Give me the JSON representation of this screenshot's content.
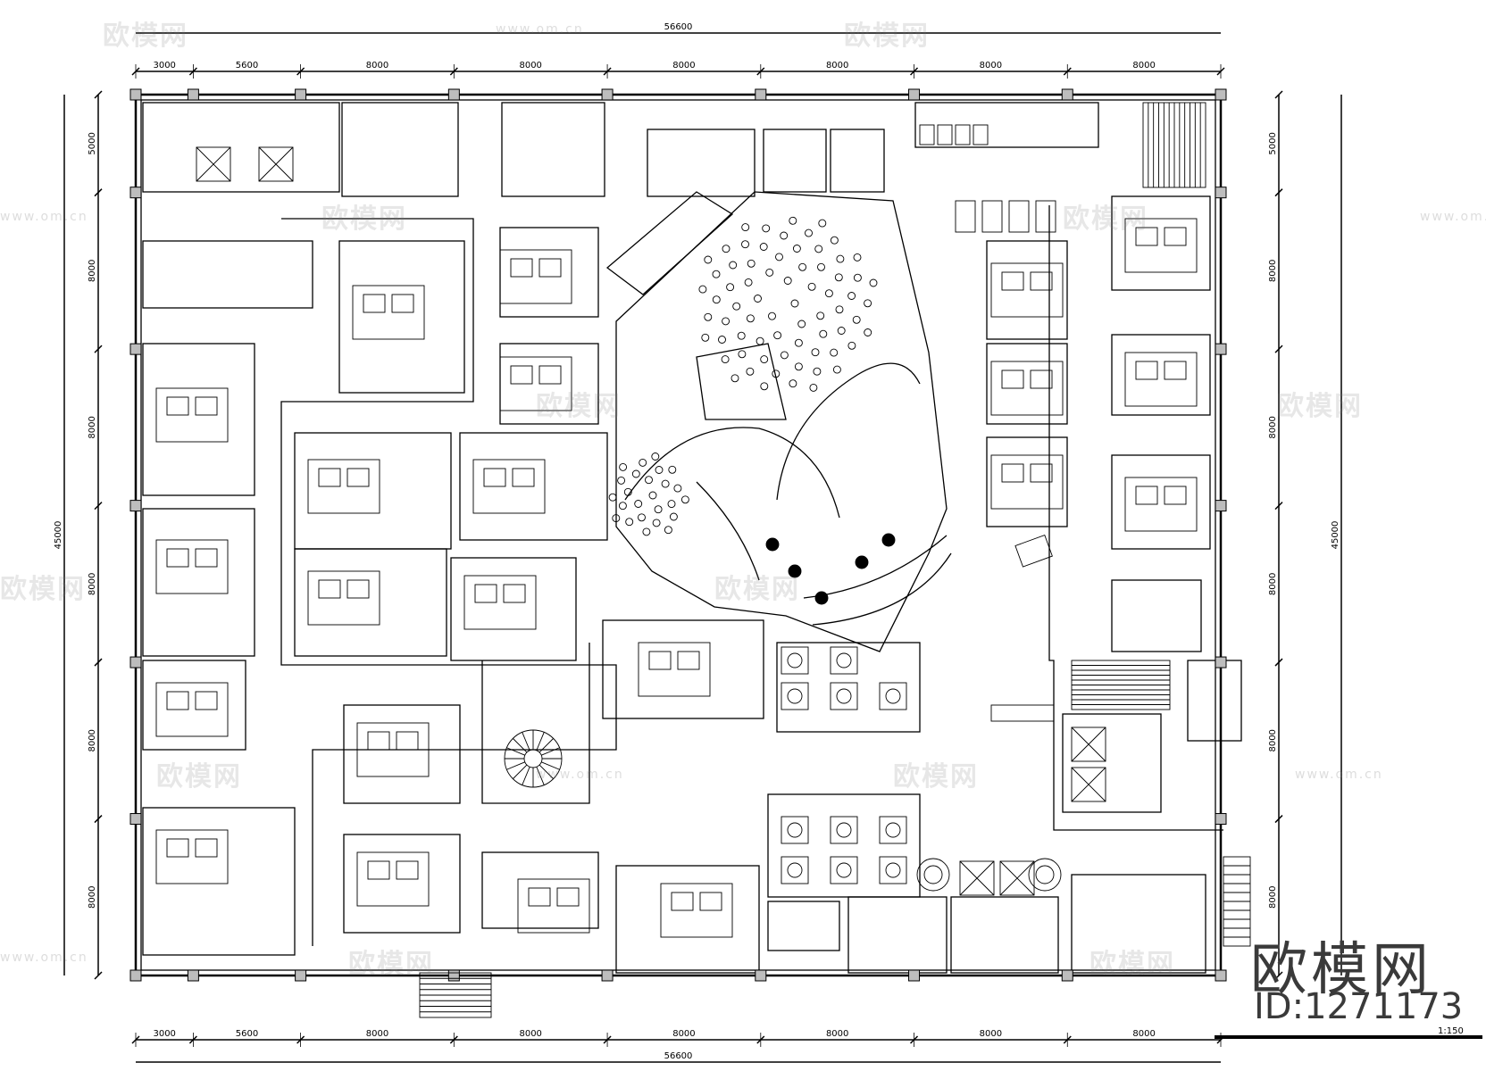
{
  "drawing": {
    "total_width_label": "56600",
    "total_height_label": "45000",
    "top_dimensions": [
      "3000",
      "5600",
      "8000",
      "8000",
      "8000",
      "8000",
      "8000",
      "8000"
    ],
    "bottom_dimensions": [
      "3000",
      "5600",
      "8000",
      "8000",
      "8000",
      "8000",
      "8000",
      "8000"
    ],
    "left_dimensions": [
      "5000",
      "8000",
      "8000",
      "8000",
      "8000",
      "8000"
    ],
    "right_dimensions": [
      "5000",
      "8000",
      "8000",
      "8000",
      "8000",
      "8000"
    ],
    "scale": "1:150",
    "line_color": "#000000"
  },
  "watermark": {
    "brand": "欧模网",
    "url": "www.om.cn",
    "id": "ID:1271173"
  }
}
